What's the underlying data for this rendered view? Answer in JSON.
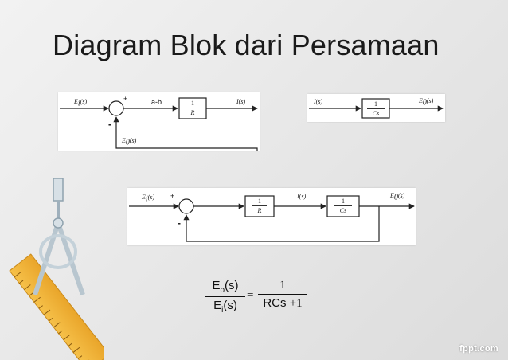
{
  "slide": {
    "title": "Diagram Blok dari Persamaan",
    "watermark": "fppt.com"
  },
  "diagram1": {
    "input": "E",
    "input_sub": "i",
    "input_arg": "(s)",
    "plus": "+",
    "minus": "-",
    "error_label": "a-b",
    "block_num": "1",
    "block_den": "R",
    "output": "I(s)",
    "feedback": "E",
    "feedback_sub": "0",
    "feedback_arg": "(s)"
  },
  "diagram2": {
    "input": "I(s)",
    "block_num": "1",
    "block_den": "Cs",
    "output": "E",
    "output_sub": "0",
    "output_arg": "(s)"
  },
  "diagram3": {
    "input": "E",
    "input_sub": "i",
    "input_arg": "(s)",
    "plus": "+",
    "minus": "-",
    "block1_num": "1",
    "block1_den": "R",
    "mid": "I(s)",
    "block2_num": "1",
    "block2_den": "Cs",
    "output": "E",
    "output_sub": "0",
    "output_arg": "(s)"
  },
  "equation": {
    "lhs_num": "E",
    "lhs_num_sub": "o",
    "lhs_num_arg": "(s)",
    "lhs_den": "E",
    "lhs_den_sub": "i",
    "lhs_den_arg": "(s)",
    "equals": "=",
    "rhs_num": "1",
    "rhs_den": "RCs",
    "rhs_den_rest": "+1"
  }
}
